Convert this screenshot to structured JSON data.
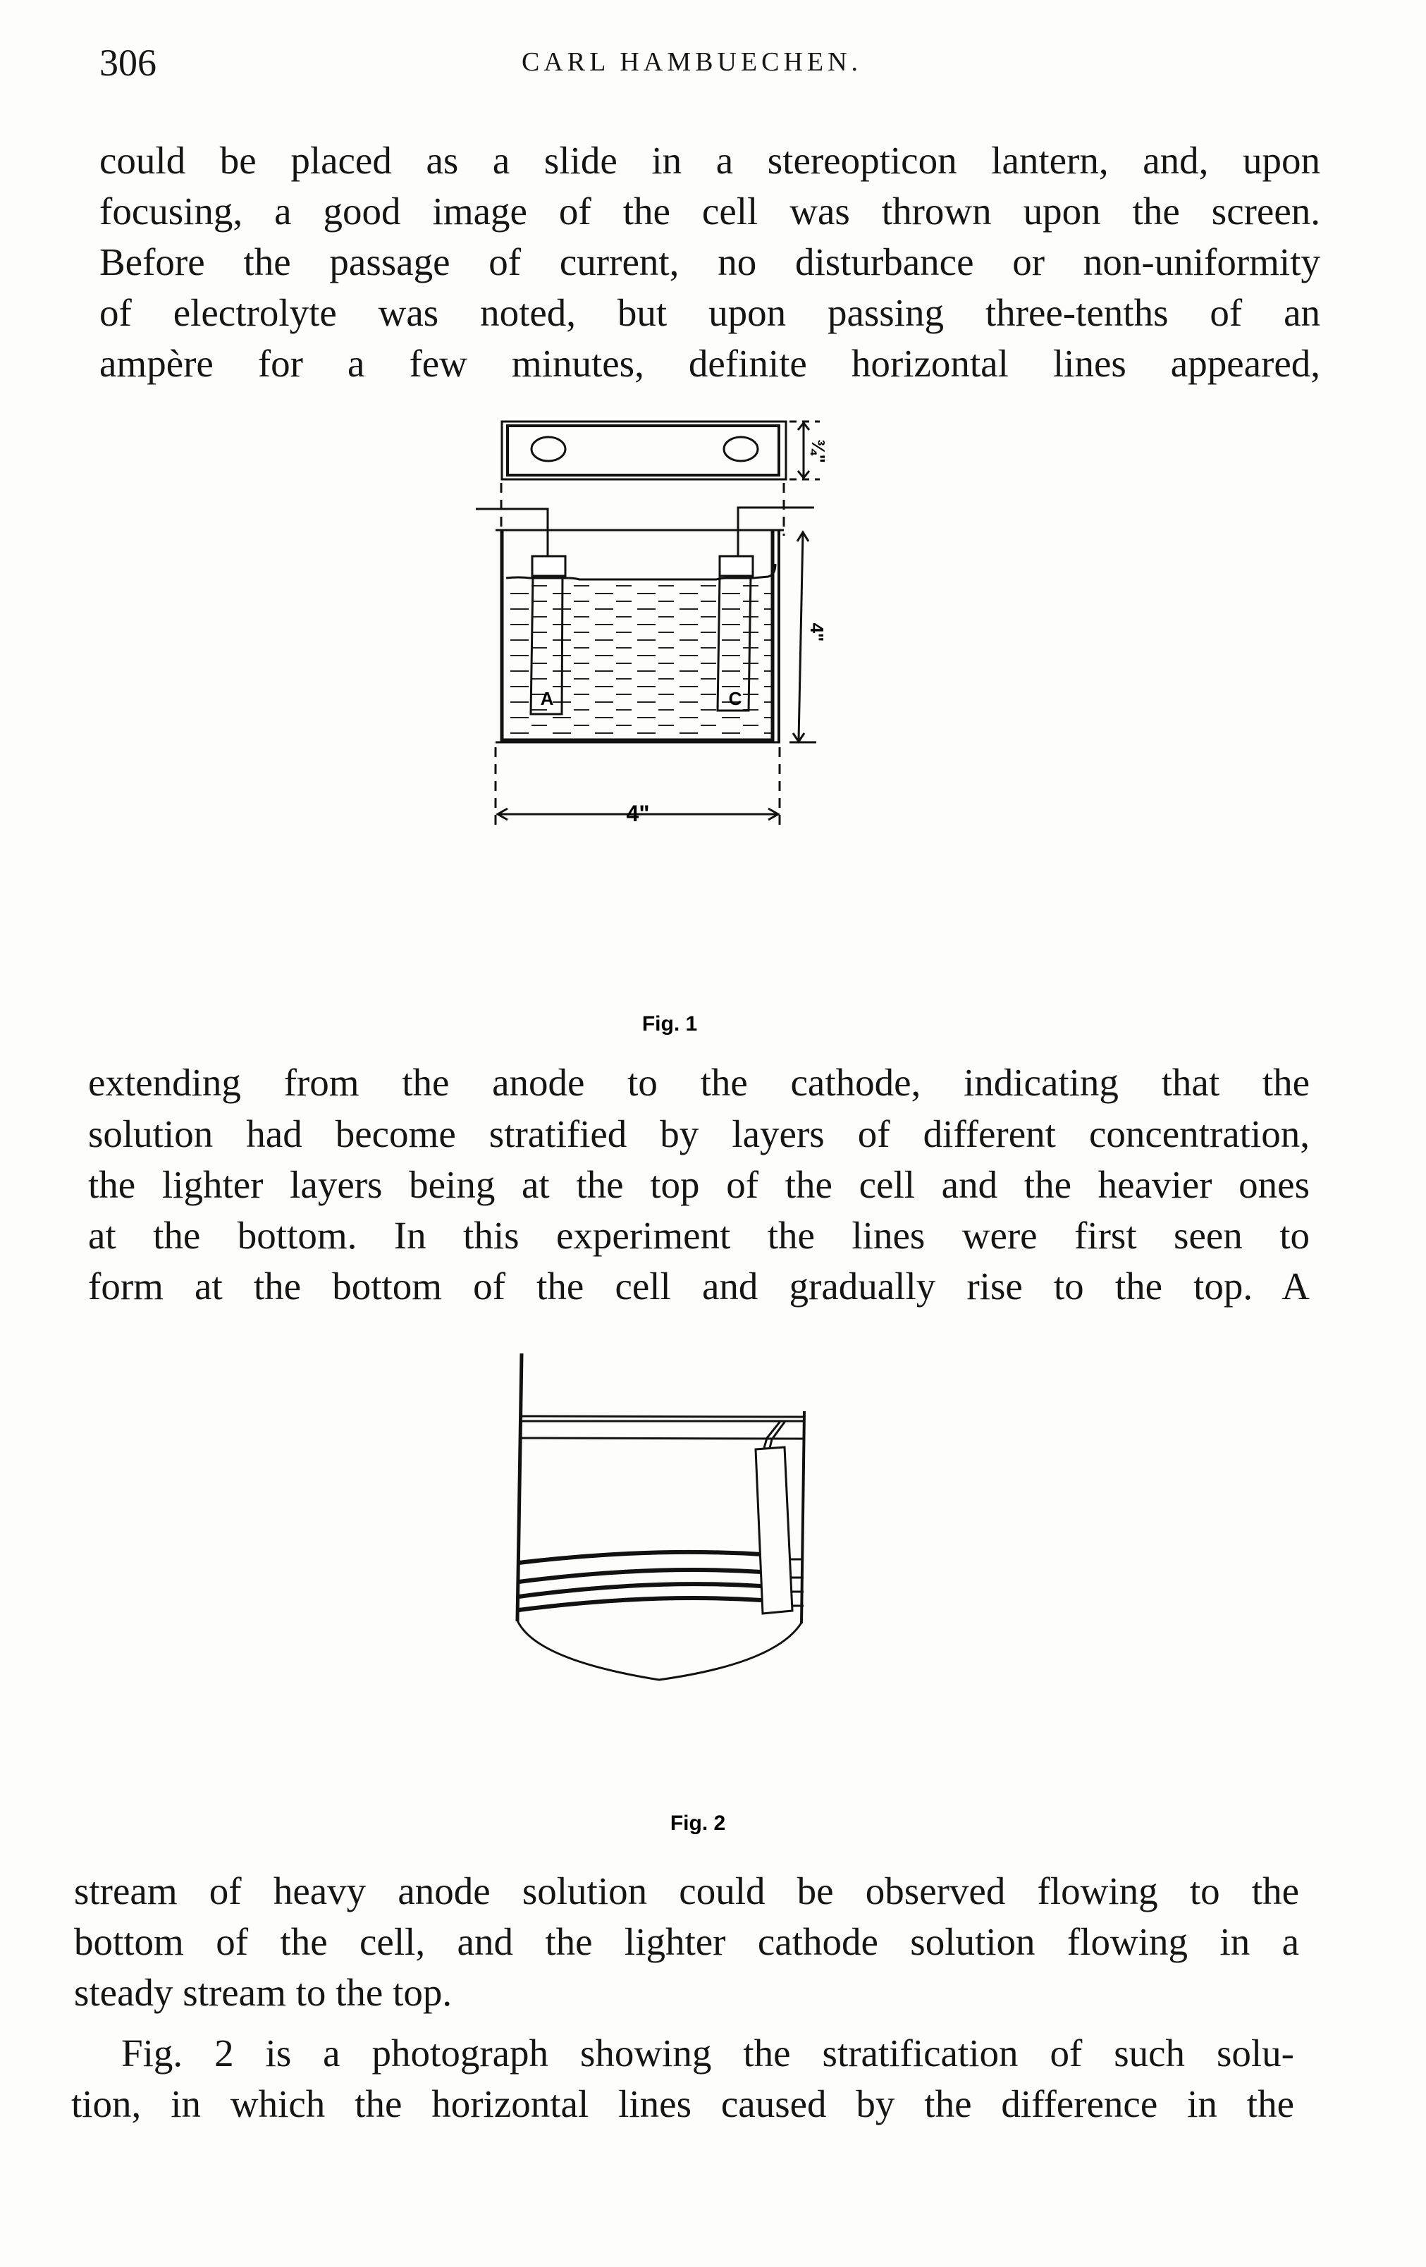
{
  "header": {
    "page_number": "306",
    "running_title": "CARL HAMBUECHEN."
  },
  "paragraphs": [
    {
      "lines": [
        "could be placed as a slide in a stereopticon lantern, and, upon",
        "focusing, a good image of the cell was thrown upon the screen.",
        "Before the passage of current, no disturbance or non-uniformity",
        "of electrolyte was noted, but upon passing three-tenths of an",
        "ampère for a few minutes, definite horizontal lines appeared,"
      ]
    },
    {
      "lines": [
        "extending from the anode to the cathode, indicating that the",
        "solution had become stratified by layers of different concentration,",
        "the lighter layers being at the top of the cell and the heavier ones",
        "at the bottom.  In this experiment the lines were first seen to",
        "form at the bottom of the cell and gradually rise to the top.  A"
      ]
    },
    {
      "lines": [
        "stream of heavy anode solution could be observed flowing to the",
        "bottom of the cell, and the lighter cathode solution flowing in a",
        "steady stream to the top."
      ]
    },
    {
      "lines": [
        "Fig. 2 is a photograph showing the stratification of such solu-",
        "tion, in which the horizontal lines caused by the difference in the"
      ]
    }
  ],
  "figure1": {
    "caption": "Fig. 1",
    "anode_label": "A",
    "cathode_label": "C",
    "lid_height_label": "¾\"",
    "tank_height_label": "4\"",
    "tank_width_label": "4\""
  },
  "figure2": {
    "caption": "Fig. 2"
  }
}
